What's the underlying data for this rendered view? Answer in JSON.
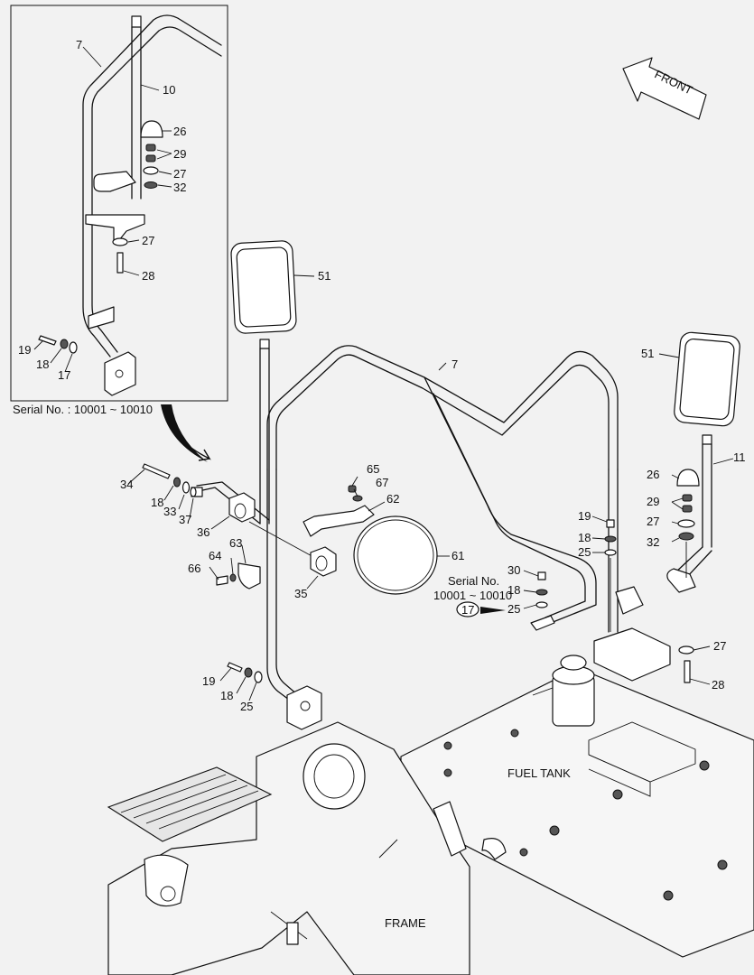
{
  "diagram": {
    "front_label": "FRONT",
    "fuel_tank_label": "FUEL TANK",
    "frame_label": "FRAME",
    "inset_caption": "Serial No. : 10001 ~ 10010",
    "serial_note_line1": "Serial No.",
    "serial_note_line2": "10001 ~ 10010",
    "callouts": {
      "inset": [
        "7",
        "10",
        "26",
        "29",
        "27",
        "32",
        "27",
        "28",
        "19",
        "18",
        "17"
      ],
      "main": [
        "51",
        "7",
        "51",
        "11",
        "34",
        "18",
        "33",
        "37",
        "36",
        "65",
        "67",
        "62",
        "63",
        "64",
        "66",
        "35",
        "61",
        "19",
        "18",
        "25",
        "30",
        "18",
        "17",
        "25",
        "26",
        "29",
        "27",
        "32",
        "27",
        "28",
        "19",
        "18",
        "25"
      ]
    }
  }
}
